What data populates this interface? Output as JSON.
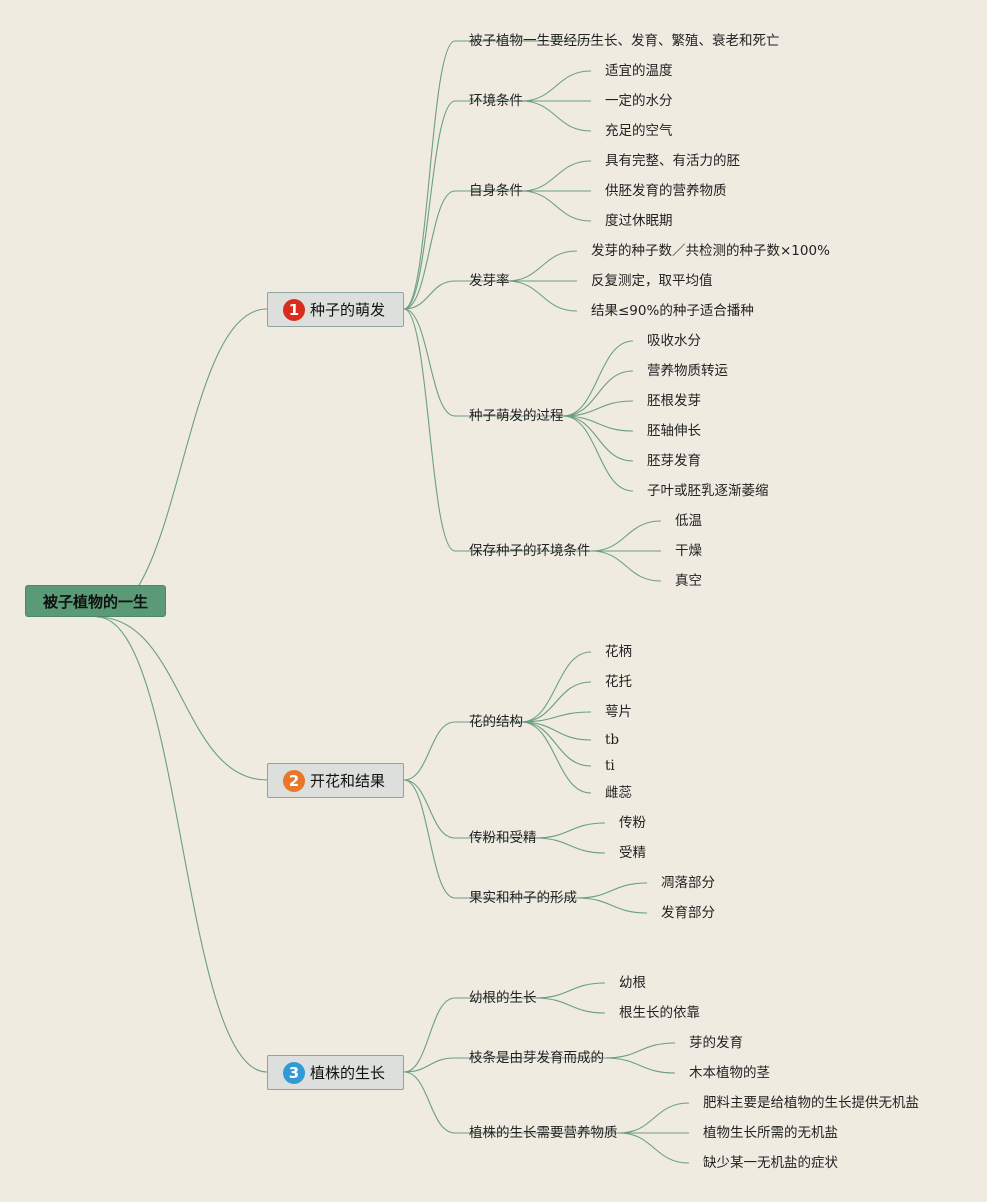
{
  "root": {
    "label": "被子植物的一生"
  },
  "branches": [
    {
      "number": "1",
      "label": "种子的萌发",
      "color": "#d92b1e",
      "children": [
        {
          "label": "被子植物一生要经历生长、发育、繁殖、衰老和死亡"
        },
        {
          "label": "环境条件",
          "children": [
            "适宜的温度",
            "一定的水分",
            "充足的空气"
          ]
        },
        {
          "label": "自身条件",
          "children": [
            "具有完整、有活力的胚",
            "供胚发育的营养物质",
            "度过休眠期"
          ]
        },
        {
          "label": "发芽率",
          "children": [
            "发芽的种子数／共检测的种子数×100%",
            "反复测定，取平均值",
            "结果≤90%的种子适合播种"
          ]
        },
        {
          "label": "种子萌发的过程",
          "children": [
            "吸收水分",
            "营养物质转运",
            "胚根发芽",
            "胚轴伸长",
            "胚芽发育",
            "子叶或胚乳逐渐萎缩"
          ]
        },
        {
          "label": "保存种子的环境条件",
          "children": [
            "低温",
            "干燥",
            "真空"
          ]
        }
      ]
    },
    {
      "number": "2",
      "label": "开花和结果",
      "color": "#e8772a",
      "children": [
        {
          "label": "花的结构",
          "children": [
            "花柄",
            "花托",
            "萼片",
            "tb",
            "ti",
            "雌蕊"
          ]
        },
        {
          "label": "传粉和受精",
          "children": [
            "传粉",
            "受精"
          ]
        },
        {
          "label": "果实和种子的形成",
          "children": [
            "凋落部分",
            "发育部分"
          ]
        }
      ]
    },
    {
      "number": "3",
      "label": "植株的生长",
      "color": "#2f9ad6",
      "children": [
        {
          "label": "幼根的生长",
          "children": [
            "幼根",
            "根生长的依靠"
          ]
        },
        {
          "label": "枝条是由芽发育而成的",
          "children": [
            "芽的发育",
            "木本植物的茎"
          ]
        },
        {
          "label": "植株的生长需要营养物质",
          "children": [
            "肥料主要是给植物的生长提供无机盐",
            "植物生长所需的无机盐",
            "缺少某一无机盐的症状"
          ]
        }
      ]
    }
  ]
}
